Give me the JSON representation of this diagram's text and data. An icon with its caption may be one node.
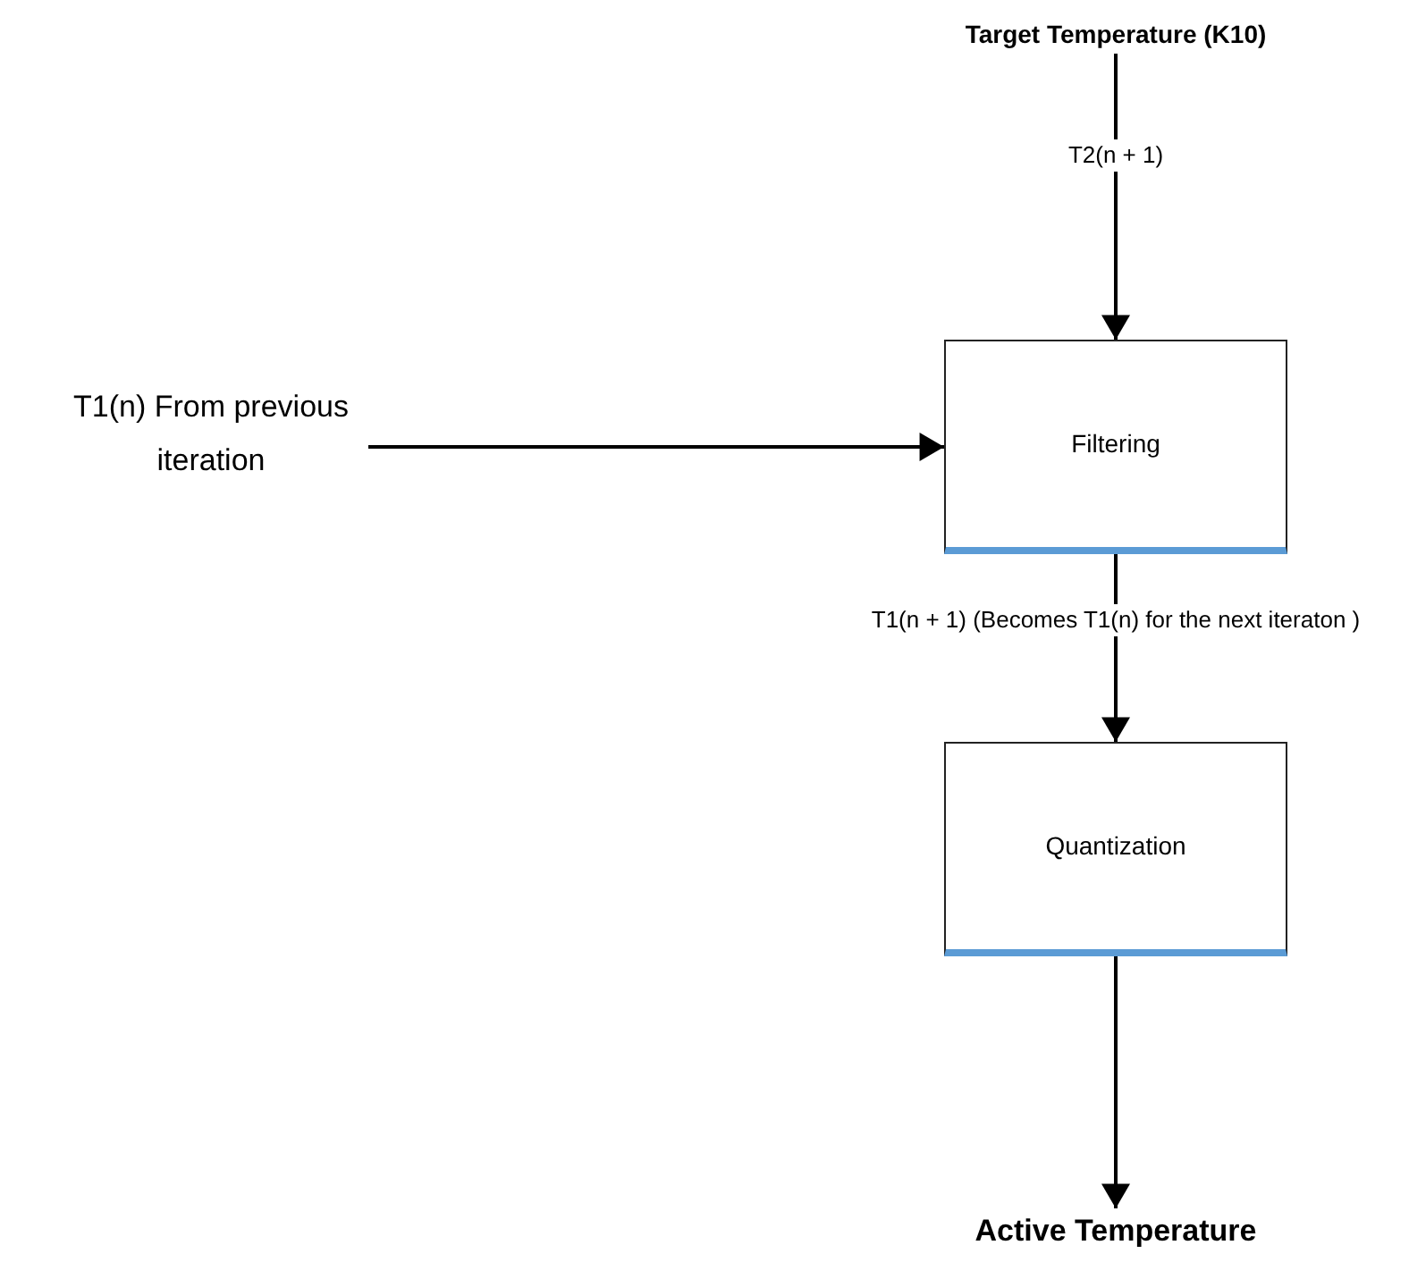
{
  "diagram": {
    "nodes": [
      {
        "text": [
          "Target Temperature (K10)"
        ]
      },
      {
        "text": [
          "T1(n) From previous iteration"
        ]
      },
      {
        "text": [
          "Filtering"
        ]
      },
      {
        "text": [
          "Quantization"
        ]
      },
      {
        "text": [
          "Active Temperature"
        ]
      }
    ],
    "edges": [
      {
        "from": 0,
        "to": 2,
        "arrow": "to",
        "label": "T2(n + 1)"
      },
      {
        "from": 1,
        "to": 2,
        "arrow": "to"
      },
      {
        "from": 2,
        "to": 3,
        "arrow": "to",
        "label": "T1(n + 1) (Becomes T1(n) for the next iteraton )"
      },
      {
        "from": 3,
        "to": 4,
        "arrow": "to"
      }
    ]
  }
}
